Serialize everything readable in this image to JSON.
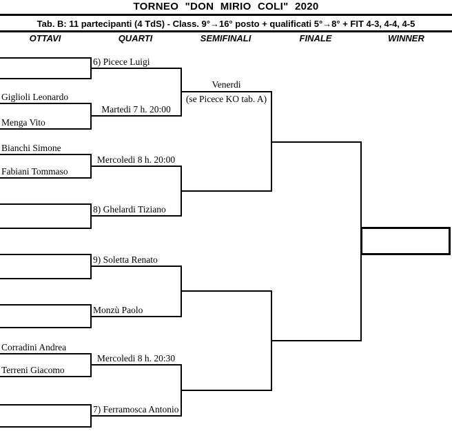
{
  "title": "TORNEO \"DON MIRIO COLI\" 2020",
  "subtitle": "Tab. B: 11 partecipanti (4 TdS) - Class. 9°→16° posto + qualificati 5°→8° + FIT 4-3, 4-4, 4-5",
  "round_headers": {
    "ottavi": "OTTAVI",
    "quarti": "QUARTI",
    "semifinali": "SEMIFINALI",
    "finale": "FINALE",
    "winner": "WINNER"
  },
  "ottavi": {
    "slot3_name": "Giglioli Leonardo",
    "slot4_name": "Menga Vito",
    "slot5_name": "Bianchi Simone",
    "slot6_name": "Fabiani Tommaso",
    "slot13_name": "Corradini Andrea",
    "slot14_name": "Terreni Giacomo"
  },
  "quarti": {
    "q1_label": "6) Picece Luigi",
    "q2_label": "Martedi 7 h. 20:00",
    "q3_label": "Mercoledi 8 h. 20:00",
    "q4_label": "8) Ghelardi Tiziano",
    "q5_label": "9) Soletta Renato",
    "q6_label": "Monzù Paolo",
    "q7_label": "Mercoledi 8 h. 20:30",
    "q8_label": "7) Ferramosca Antonio"
  },
  "semifinali": {
    "sf1_label_line1": "Venerdi",
    "sf1_label_line2": "(se Picece KO tab. A)"
  },
  "colors": {
    "line": "#000000",
    "background": "#ffffff",
    "text": "#000000"
  }
}
